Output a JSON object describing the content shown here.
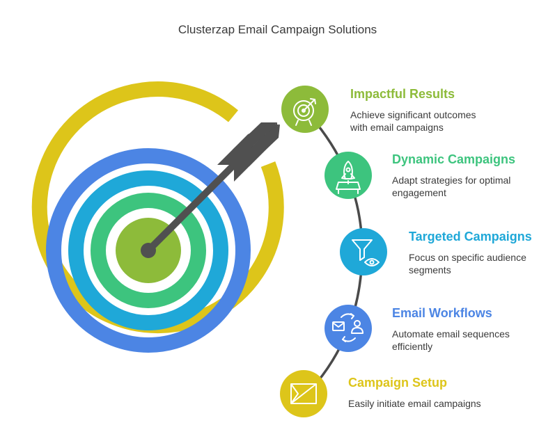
{
  "title": "Clusterzap Email Campaign Solutions",
  "colors": {
    "yellow": "#DDC51A",
    "blue": "#4C85E4",
    "cyan": "#1FA8D8",
    "green": "#3DC47E",
    "lime": "#8DBB3A",
    "arrow": "#505050"
  },
  "items": [
    {
      "title": "Impactful Results",
      "desc": "Achieve significant outcomes with email campaigns",
      "icon": "target-icon",
      "color": "#8DBB3A"
    },
    {
      "title": "Dynamic Campaigns",
      "desc": "Adapt strategies for optimal engagement",
      "icon": "rocket-icon",
      "color": "#3DC47E"
    },
    {
      "title": "Targeted Campaigns",
      "desc": "Focus on specific audience segments",
      "icon": "funnel-eye-icon",
      "color": "#1FA8D8"
    },
    {
      "title": "Email Workflows",
      "desc": "Automate email sequences efficiently",
      "icon": "email-user-cycle-icon",
      "color": "#4C85E4"
    },
    {
      "title": "Campaign Setup",
      "desc": "Easily initiate email campaigns",
      "icon": "envelope-icon",
      "color": "#DDC51A"
    }
  ]
}
